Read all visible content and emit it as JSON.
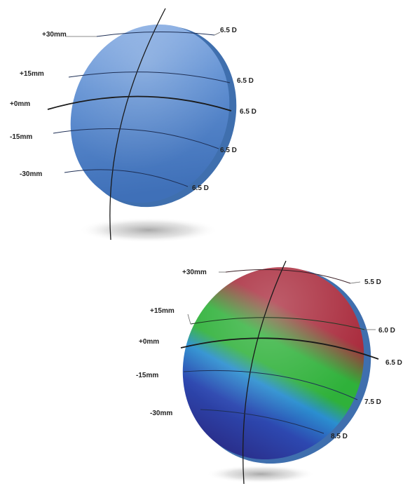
{
  "lenses": [
    {
      "id": "top",
      "style": "uniform",
      "rows": [
        {
          "distance": "+30mm",
          "power": "6.5 D"
        },
        {
          "distance": "+15mm",
          "power": "6.5 D"
        },
        {
          "distance": "+0mm",
          "power": "6.5 D"
        },
        {
          "distance": "-15mm",
          "power": "6.5 D"
        },
        {
          "distance": "-30mm",
          "power": "6.5 D"
        }
      ],
      "colors": {
        "light": "#8fb3e8",
        "mid": "#5f8fd2",
        "dark": "#3f70b8"
      }
    },
    {
      "id": "bottom",
      "style": "gradient",
      "rows": [
        {
          "distance": "+30mm",
          "power": "5.5 D"
        },
        {
          "distance": "+15mm",
          "power": "6.0 D"
        },
        {
          "distance": "+0mm",
          "power": "6.5 D"
        },
        {
          "distance": "-15mm",
          "power": "7.5 D"
        },
        {
          "distance": "-30mm",
          "power": "8.5 D"
        }
      ],
      "colors": {
        "red": "#a8283a",
        "green": "#2fb13a",
        "cyan": "#2b8fd0",
        "blue": "#2d48b0",
        "navy": "#2a2f8c"
      }
    }
  ]
}
